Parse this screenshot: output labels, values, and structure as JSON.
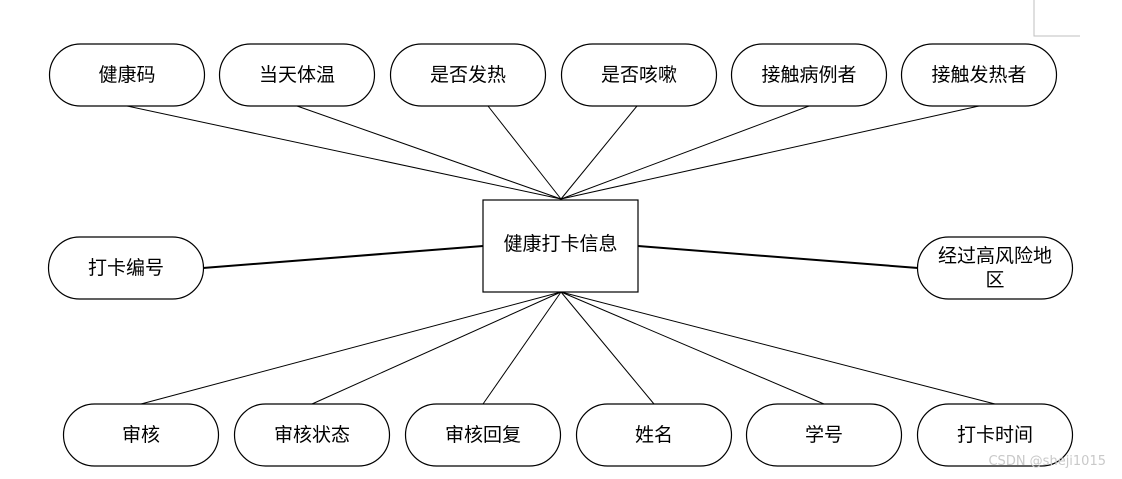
{
  "center": {
    "id": "entity",
    "label": "健康打卡信息"
  },
  "attributes": [
    {
      "id": "a1",
      "label": "健康码"
    },
    {
      "id": "a2",
      "label": "当天体温"
    },
    {
      "id": "a3",
      "label": "是否发热"
    },
    {
      "id": "a4",
      "label": "是否咳嗽"
    },
    {
      "id": "a5",
      "label": "接触病例者"
    },
    {
      "id": "a6",
      "label": "接触发热者"
    },
    {
      "id": "a7",
      "label": "打卡编号"
    },
    {
      "id": "a8",
      "label": "经过高风险地\n区"
    },
    {
      "id": "a9",
      "label": "审核"
    },
    {
      "id": "a10",
      "label": "审核状态"
    },
    {
      "id": "a11",
      "label": "审核回复"
    },
    {
      "id": "a12",
      "label": "姓名"
    },
    {
      "id": "a13",
      "label": "学号"
    },
    {
      "id": "a14",
      "label": "打卡时间"
    }
  ],
  "watermark": "CSDN @sheji1015"
}
